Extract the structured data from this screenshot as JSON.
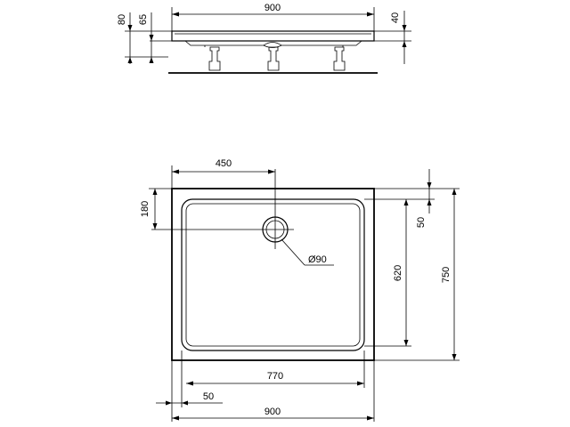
{
  "side_view": {
    "width_label": "900",
    "height_total_label": "80",
    "height_tray_label": "65",
    "rim_label": "40"
  },
  "top_view": {
    "drain_offset_x_label": "450",
    "drain_offset_y_label": "180",
    "rim_top_label": "50",
    "drain_diameter_label": "Ø90",
    "inner_length_label": "620",
    "overall_length_label": "750",
    "inner_width_label": "770",
    "rim_side_label": "50",
    "overall_width_label": "900"
  }
}
